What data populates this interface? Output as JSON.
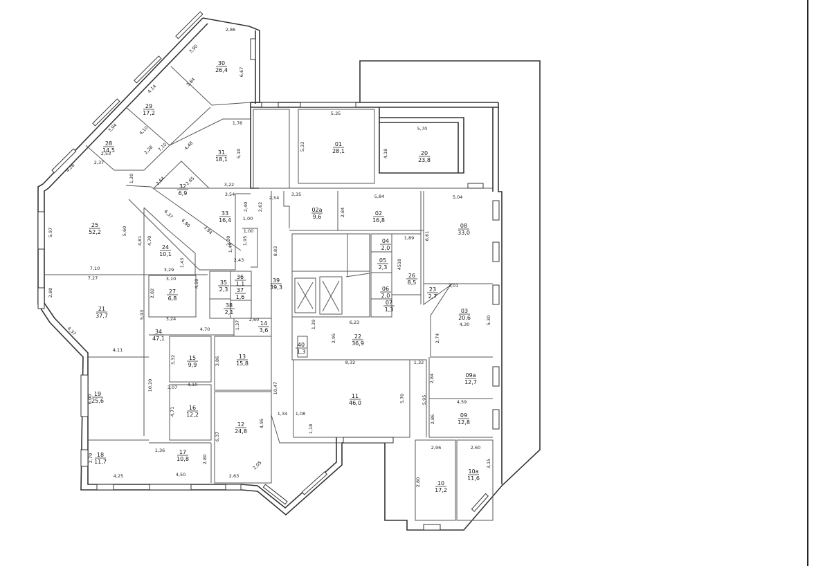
{
  "rooms": [
    {
      "num": "30",
      "area": "26,4"
    },
    {
      "num": "29",
      "area": "17,2"
    },
    {
      "num": "28",
      "area": "14,5"
    },
    {
      "num": "31",
      "area": "18,1"
    },
    {
      "num": "32",
      "area": "6,9"
    },
    {
      "num": "33",
      "area": "16,4"
    },
    {
      "num": "25",
      "area": "52,2"
    },
    {
      "num": "24",
      "area": "10,1"
    },
    {
      "num": "21",
      "area": "37,7"
    },
    {
      "num": "27",
      "area": "6,8"
    },
    {
      "num": "35",
      "area": "2,3"
    },
    {
      "num": "36",
      "area": "1,1"
    },
    {
      "num": "37",
      "area": "1,6"
    },
    {
      "num": "38",
      "area": "2,1"
    },
    {
      "num": "39",
      "area": "39,3"
    },
    {
      "num": "14",
      "area": "3,6"
    },
    {
      "num": "34",
      "area": "47,1"
    },
    {
      "num": "15",
      "area": "9,9"
    },
    {
      "num": "13",
      "area": "15,8"
    },
    {
      "num": "16",
      "area": "12,2"
    },
    {
      "num": "12",
      "area": "24,8"
    },
    {
      "num": "19",
      "area": "25,6"
    },
    {
      "num": "18",
      "area": "11,7"
    },
    {
      "num": "17",
      "area": "10,8"
    },
    {
      "num": "01",
      "area": "28,1"
    },
    {
      "num": "20",
      "area": "23,8"
    },
    {
      "num": "02a",
      "area": "9,6"
    },
    {
      "num": "02",
      "area": "16,8"
    },
    {
      "num": "08",
      "area": "33,0"
    },
    {
      "num": "04",
      "area": "2,0"
    },
    {
      "num": "05",
      "area": "2,3"
    },
    {
      "num": "06",
      "area": "2,0"
    },
    {
      "num": "07",
      "area": "1,3"
    },
    {
      "num": "26",
      "area": "8,5"
    },
    {
      "num": "23",
      "area": "2,7"
    },
    {
      "num": "03",
      "area": "20,6"
    },
    {
      "num": "22",
      "area": "36,9"
    },
    {
      "num": "40",
      "area": "1,3"
    },
    {
      "num": "11",
      "area": "46,0"
    },
    {
      "num": "09a",
      "area": "12,7"
    },
    {
      "num": "09",
      "area": "12,8"
    },
    {
      "num": "10",
      "area": "17,2"
    },
    {
      "num": "10a",
      "area": "11,6"
    }
  ],
  "dimensions": [
    "2,86",
    "3,90",
    "6,67",
    "3,84",
    "4,14",
    "1,76",
    "3,94",
    "4,10",
    "2,28",
    "7,10",
    "4,48",
    "5,10",
    "2,53",
    "2,37",
    "4,26",
    "1,20",
    "2,64",
    "2,65",
    "3,22",
    "5,97",
    "5,60",
    "6,37",
    "3,54",
    "2,40",
    "2,62",
    "6,80",
    "3,94",
    "1,00",
    "4,81",
    "4,70",
    "1,00",
    "1,95",
    "2,20",
    "1,44",
    "7,10",
    "1,43",
    "2,43",
    "3,29",
    "7,27",
    "3,10",
    "4,59",
    "8,83",
    "2,80",
    "2,82",
    "3,24",
    "5,93",
    "2,60",
    "1,37",
    "4,37",
    "4,70",
    "4,11",
    "3,32",
    "3,86",
    "3,07",
    "4,10",
    "10,20",
    "10,47",
    "6,00",
    "4,71",
    "6,37",
    "4,95",
    "1,34",
    "1,36",
    "2,80",
    "2,70",
    "4,25",
    "4,50",
    "2,63",
    "2,05",
    "5,35",
    "5,33",
    "5,70",
    "4,18",
    "3,35",
    "5,84",
    "5,04",
    "2,54",
    "2,84",
    "6,61",
    "1,89",
    "4510",
    "3,01",
    "5,30",
    "4,30",
    "1,29",
    "6,23",
    "2,95",
    "2,74",
    "8,32",
    "1,32",
    "2,84",
    "5,95",
    "5,70",
    "1,08",
    "1,18",
    "4,59",
    "2,86",
    "2,96",
    "2,60",
    "2,80",
    "3,15"
  ]
}
